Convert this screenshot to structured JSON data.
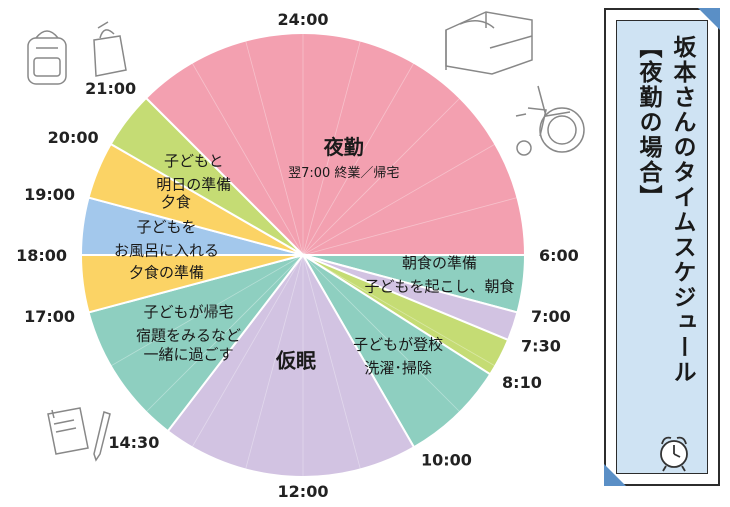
{
  "chart_data": {
    "type": "pie",
    "slices": [
      {
        "label": "夜勤",
        "sublabel": "翌7:00 終業／帰宅",
        "start": "21:00",
        "end": "6:00",
        "hours": 9.0,
        "color": "#f3a0b0"
      },
      {
        "label": "朝食の準備",
        "sublabel": "子どもを起こし、朝食",
        "start": "6:00",
        "end": "7:00",
        "hours": 1.0,
        "color": "#8ecfc0"
      },
      {
        "label": "",
        "sublabel": "",
        "start": "7:00",
        "end": "7:30",
        "hours": 0.5,
        "color": "#d2c3e2"
      },
      {
        "label": "",
        "sublabel": "",
        "start": "7:30",
        "end": "8:10",
        "hours": 0.6667,
        "color": "#c5dc74"
      },
      {
        "label": "子どもが登校",
        "sublabel": "洗濯･掃除",
        "start": "8:10",
        "end": "10:00",
        "hours": 1.8333,
        "color": "#8ecfc0"
      },
      {
        "label": "仮眠",
        "sublabel": "",
        "start": "10:00",
        "end": "14:30",
        "hours": 4.5,
        "color": "#d2c3e2"
      },
      {
        "label": "子どもが帰宅",
        "sublabel": "宿題をみるなど",
        "sublabel2": "一緒に過ごす",
        "start": "14:30",
        "end": "17:00",
        "hours": 2.5,
        "color": "#8ecfc0"
      },
      {
        "label": "夕食の準備",
        "sublabel": "",
        "start": "17:00",
        "end": "18:00",
        "hours": 1.0,
        "color": "#fbd365"
      },
      {
        "label": "子どもを",
        "sublabel": "お風呂に入れる",
        "start": "18:00",
        "end": "19:00",
        "hours": 1.0,
        "color": "#a3c8ec"
      },
      {
        "label": "夕食",
        "sublabel": "",
        "start": "19:00",
        "end": "20:00",
        "hours": 1.0,
        "color": "#fbd365"
      },
      {
        "label": "子どもと",
        "sublabel": "明日の準備",
        "start": "20:00",
        "end": "21:00",
        "hours": 1.0,
        "color": "#c5dc74"
      }
    ],
    "tick_labels": [
      "24:00",
      "6:00",
      "7:00",
      "7:30",
      "8:10",
      "10:00",
      "12:00",
      "14:30",
      "17:00",
      "18:00",
      "19:00",
      "20:00",
      "21:00"
    ]
  },
  "title": {
    "main": "坂本さんのタイムスケジュール",
    "sub": "【夜勤の場合】"
  },
  "icons": [
    "backpack-icon",
    "bag-icon",
    "bed-icon",
    "wheelchair-icon",
    "notebook-icon",
    "pencil-icon",
    "alarm-clock-icon"
  ]
}
